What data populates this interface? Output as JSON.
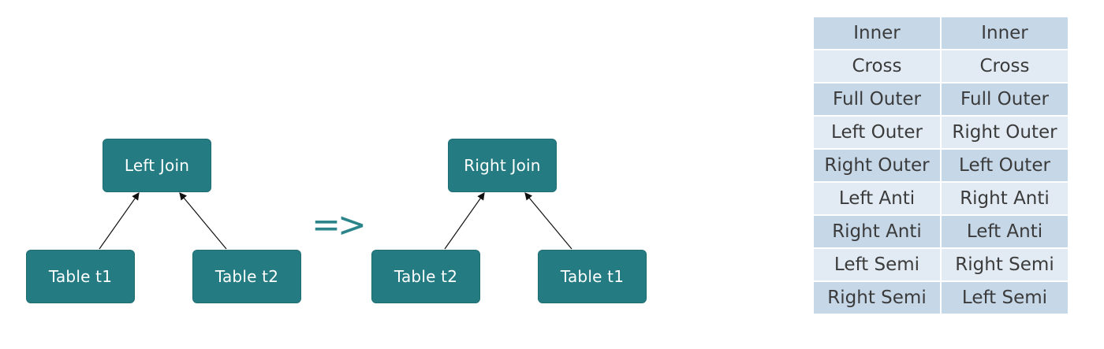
{
  "left_tree": {
    "root": "Left Join",
    "left_child": "Table t1",
    "right_child": "Table t2"
  },
  "transform_symbol": "=>",
  "right_tree": {
    "root": "Right Join",
    "left_child": "Table t2",
    "right_child": "Table t1"
  },
  "colors": {
    "node_fill": "#247b82",
    "arrow": "#2a8489",
    "table_dark_row": "#c6d7e8",
    "table_light_row": "#e2ebf4"
  },
  "mapping_table": {
    "rows": [
      [
        "Inner",
        "Inner"
      ],
      [
        "Cross",
        "Cross"
      ],
      [
        "Full Outer",
        "Full Outer"
      ],
      [
        "Left Outer",
        "Right Outer"
      ],
      [
        "Right Outer",
        "Left Outer"
      ],
      [
        "Left Anti",
        "Right Anti"
      ],
      [
        "Right Anti",
        "Left Anti"
      ],
      [
        "Left Semi",
        "Right Semi"
      ],
      [
        "Right Semi",
        "Left Semi"
      ]
    ]
  }
}
